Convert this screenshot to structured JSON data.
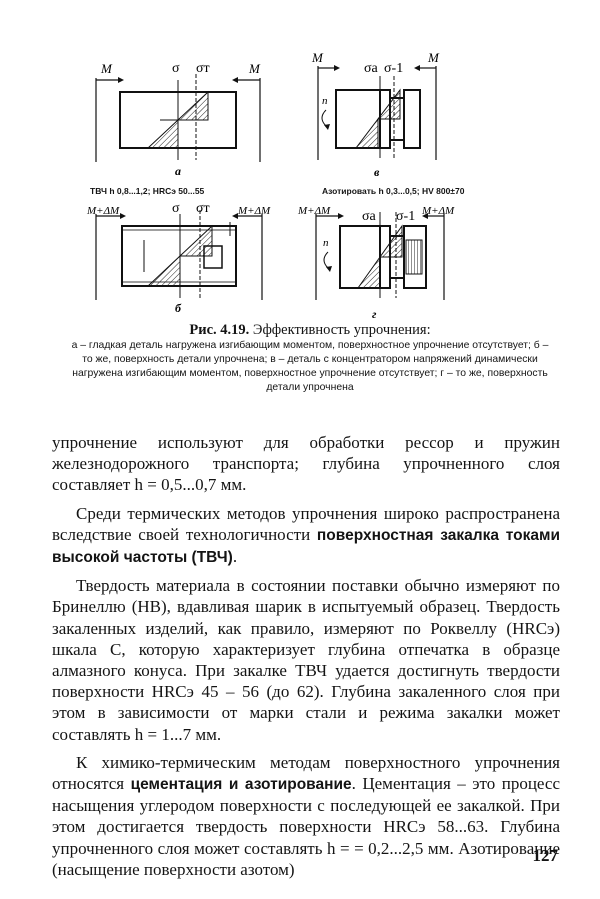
{
  "figure": {
    "panel_a": {
      "label": "а",
      "moment_left": "M",
      "moment_right": "M",
      "sigma": "σ",
      "sigma_t": "σт"
    },
    "panel_b": {
      "label": "б",
      "header": "ТВЧ h 0,8...1,2; HRCэ 50...55",
      "moment_left": "M+ΔM",
      "moment_right": "M+ΔM",
      "sigma": "σ",
      "sigma_t": "σт"
    },
    "panel_v": {
      "label": "в",
      "moment_left": "M",
      "moment_right": "M",
      "sigma_a": "σa",
      "sigma_m1": "σ-1",
      "n": "n"
    },
    "panel_g": {
      "label": "г",
      "header": "Азотировать h 0,3...0,5; HV 800±70",
      "moment_left": "M+ΔM",
      "moment_right": "M+ΔM",
      "sigma_a": "σa",
      "sigma_m1": "σ-1",
      "n": "n"
    }
  },
  "caption": {
    "title_prefix": "Рис. 4.19.",
    "title_text": " Эффективность упрочнения:",
    "legend": "а – гладкая деталь нагружена изгибающим моментом, поверхностное упрочнение отсутствует; б – то же, поверхность детали упрочнена; в – деталь с концентратором напряжений динамически нагружена изгибающим моментом, поверхностное упрочнение отсутствует; г – то же, поверхность детали упрочнена"
  },
  "body": {
    "p1": "упрочнение используют для обработки рессор и пружин железнодорожного транспорта; глубина упрочненного слоя составляет h = 0,5...0,7 мм.",
    "p2_start": "Среди термических методов упрочнения широко распространена вследствие своей технологичности ",
    "p2_bold": "поверхностная закалка токами высокой частоты (ТВЧ)",
    "p2_end": ".",
    "p3": "Твердость материала в состоянии поставки обычно измеряют по Бринеллю (HB), вдавливая шарик в испытуемый образец. Твердость закаленных изделий, как правило, измеряют по Роквеллу (HRCэ) шкала C, которую характеризует глубина отпечатка в образце алмазного конуса. При закалке ТВЧ удается достигнуть твердости поверхности HRCэ 45 – 56 (до 62). Глубина закаленного слоя при этом в зависимости от марки стали и режима закалки может составлять h = 1...7 мм.",
    "p4_start": "К химико-термическим методам поверхностного упрочнения относятся ",
    "p4_bold": "цементация и азотирование",
    "p4_end": ". Цементация – это процесс насыщения углеродом поверхности с последующей ее закалкой. При этом достигается твердость поверхности HRCэ 58...63. Глубина упрочненного слоя может составлять h = = 0,2...2,5 мм. Азотирование (насыщение поверхности азотом)"
  },
  "page_number": "127"
}
